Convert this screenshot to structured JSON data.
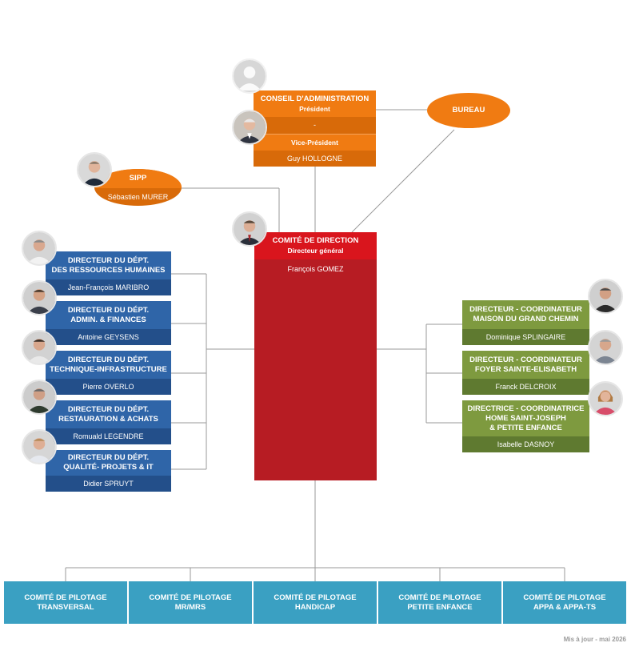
{
  "conseil": {
    "title": "CONSEIL D'ADMINISTRATION",
    "president_label": "Président",
    "president_name": "-",
    "vp_label": "Vice-Président",
    "vp_name": "Guy HOLLOGNE"
  },
  "bureau": {
    "label": "BUREAU"
  },
  "sipp": {
    "label": "SIPP",
    "name": "Sébastien MURER"
  },
  "comite_direction": {
    "title": "COMITÉ DE DIRECTION",
    "role": "Directeur général",
    "name": "François GOMEZ"
  },
  "left_departments": [
    {
      "title_line1": "DIRECTEUR DU DÉPT.",
      "title_line2": "DES RESSOURCES HUMAINES",
      "name": "Jean-François MARIBRO"
    },
    {
      "title_line1": "DIRECTEUR DU DÉPT.",
      "title_line2": "ADMIN. & FINANCES",
      "name": "Antoine GEYSENS"
    },
    {
      "title_line1": "DIRECTEUR DU DÉPT.",
      "title_line2": "TECHNIQUE-INFRASTRUCTURE",
      "name": "Pierre OVERLO"
    },
    {
      "title_line1": "DIRECTEUR DU DÉPT.",
      "title_line2": "RESTAURATION & ACHATS",
      "name": "Romuald LEGENDRE"
    },
    {
      "title_line1": "DIRECTEUR DU DÉPT.",
      "title_line2": "QUALITÉ- PROJETS & IT",
      "name": "Didier SPRUYT"
    }
  ],
  "right_coordinators": [
    {
      "title_line1": "DIRECTEUR - COORDINATEUR",
      "title_line2": "MAISON DU GRAND CHEMIN",
      "title_line3": "",
      "name": "Dominique SPLINGAIRE"
    },
    {
      "title_line1": "DIRECTEUR - COORDINATEUR",
      "title_line2": "FOYER SAINTE-ELISABETH",
      "title_line3": "",
      "name": "Franck DELCROIX"
    },
    {
      "title_line1": "DIRECTRICE - COORDINATRICE",
      "title_line2": "HOME SAINT-JOSEPH",
      "title_line3": "& PETITE ENFANCE",
      "name": "Isabelle DASNOY"
    }
  ],
  "comites_pilotage": [
    {
      "line1": "COMITÉ DE PILOTAGE",
      "line2": "TRANSVERSAL"
    },
    {
      "line1": "COMITÉ DE PILOTAGE",
      "line2": "MR/MRS"
    },
    {
      "line1": "COMITÉ DE PILOTAGE",
      "line2": "HANDICAP"
    },
    {
      "line1": "COMITÉ DE PILOTAGE",
      "line2": "PETITE ENFANCE"
    },
    {
      "line1": "COMITÉ DE PILOTAGE",
      "line2": "APPA & APPA-TS"
    }
  ],
  "footer": {
    "updated": "Mis à jour - mai 2026"
  },
  "colors": {
    "blue": "#2f65a8",
    "blue_dark": "#234f8a",
    "green": "#7e9a3f",
    "green_dark": "#5f7a30",
    "orange": "#f07b12",
    "red": "#b71c23",
    "red_head": "#d9151d",
    "teal": "#3aa0c2",
    "line": "#9a9a9a"
  },
  "icons": {
    "placeholder_avatar": "person-placeholder-icon",
    "photo_avatar": "person-photo"
  }
}
